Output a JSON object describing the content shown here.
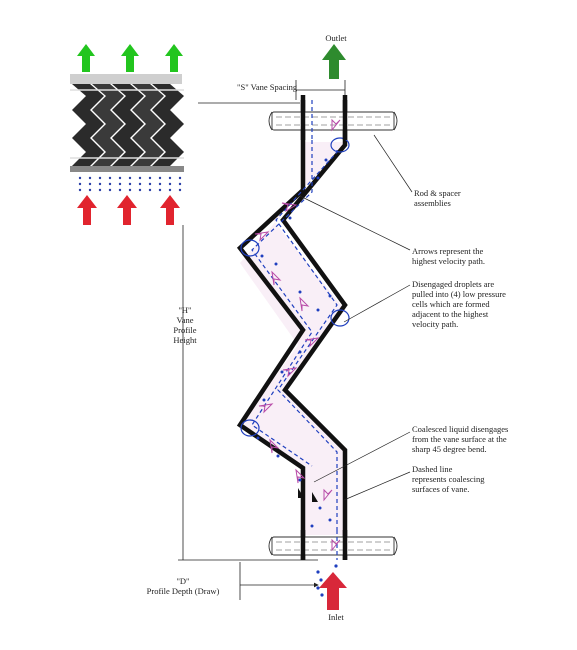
{
  "labels": {
    "outlet": "Outlet",
    "inlet": "Inlet",
    "s_vane_spacing": "\"S\" Vane Spacing",
    "h_vane_profile_height": "\"H\"\nVane\nProfile\nHeight",
    "d_profile_depth": "\"D\"\nProfile Depth (Draw)",
    "rod_spacer": "Rod & spacer\nassemblies",
    "arrows_velocity": "Arrows represent the\nhighest velocity path.",
    "disengaged_droplets": "Disengaged droplets are\npulled into (4) low pressure\ncells which are formed\nadjacent to the highest\nvelocity path.",
    "coalesced_liquid": "Coalesced liquid disengages\nfrom the vane surface at the\nsharp 45 degree bend.",
    "dashed_line": "Dashed line\nrepresents coalescing\nsurfaces of vane."
  },
  "colors": {
    "outlet_arrow": "#2e8b2e",
    "inlet_arrow": "#d8283a",
    "vane_wall": "#111111",
    "liquid_film": "#1f3fbf",
    "velocity_arrows": "#b84ca8",
    "droplet_arrows": "#2a4fd0"
  },
  "icons": {
    "top_flow_arrows": "green-up-arrow",
    "bottom_flow_arrows": "red-up-arrow",
    "vane_pack": "vane-pack-image"
  }
}
